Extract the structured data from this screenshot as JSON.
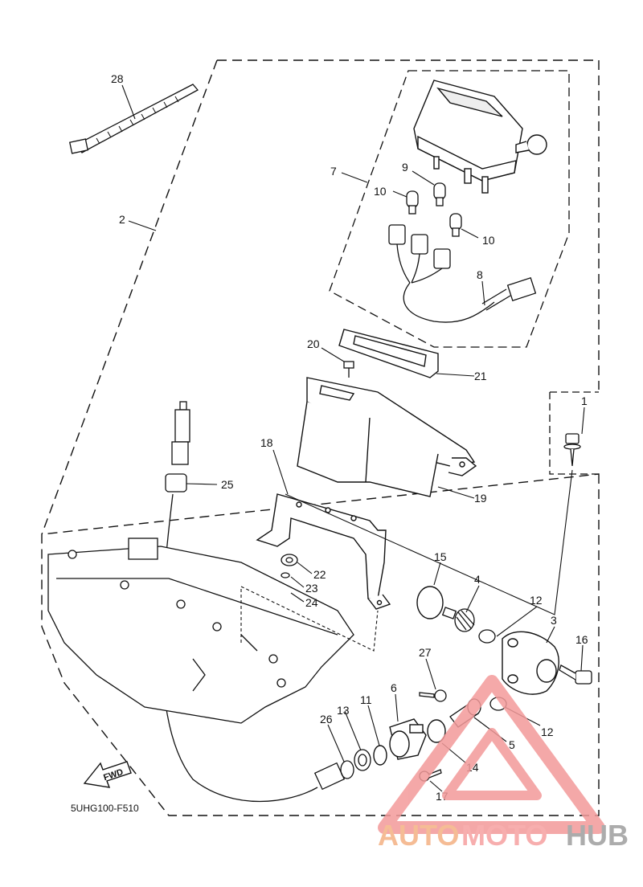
{
  "diagram_code": "5UHG100-F510",
  "fwd_label": "FWD",
  "watermark": {
    "part1": "AUTO",
    "part2": "MOTO",
    "part3": "HUB",
    "colors": {
      "auto": "#f4b183",
      "moto": "#f6a0a0",
      "hub": "#9e9e9e"
    }
  },
  "callouts": [
    {
      "id": "c28",
      "text": "28"
    },
    {
      "id": "c2",
      "text": "2"
    },
    {
      "id": "c7",
      "text": "7"
    },
    {
      "id": "c9",
      "text": "9"
    },
    {
      "id": "c10a",
      "text": "10"
    },
    {
      "id": "c10b",
      "text": "10"
    },
    {
      "id": "c8",
      "text": "8"
    },
    {
      "id": "c20",
      "text": "20"
    },
    {
      "id": "c21",
      "text": "21"
    },
    {
      "id": "c1",
      "text": "1"
    },
    {
      "id": "c18",
      "text": "18"
    },
    {
      "id": "c25",
      "text": "25"
    },
    {
      "id": "c19",
      "text": "19"
    },
    {
      "id": "c15",
      "text": "15"
    },
    {
      "id": "c22",
      "text": "22"
    },
    {
      "id": "c23",
      "text": "23"
    },
    {
      "id": "c24",
      "text": "24"
    },
    {
      "id": "c4",
      "text": "4"
    },
    {
      "id": "c12a",
      "text": "12"
    },
    {
      "id": "c3",
      "text": "3"
    },
    {
      "id": "c16",
      "text": "16"
    },
    {
      "id": "c27",
      "text": "27"
    },
    {
      "id": "c6",
      "text": "6"
    },
    {
      "id": "c11",
      "text": "11"
    },
    {
      "id": "c13",
      "text": "13"
    },
    {
      "id": "c26",
      "text": "26"
    },
    {
      "id": "c12b",
      "text": "12"
    },
    {
      "id": "c5",
      "text": "5"
    },
    {
      "id": "c14",
      "text": "14"
    },
    {
      "id": "c17",
      "text": "17"
    }
  ]
}
